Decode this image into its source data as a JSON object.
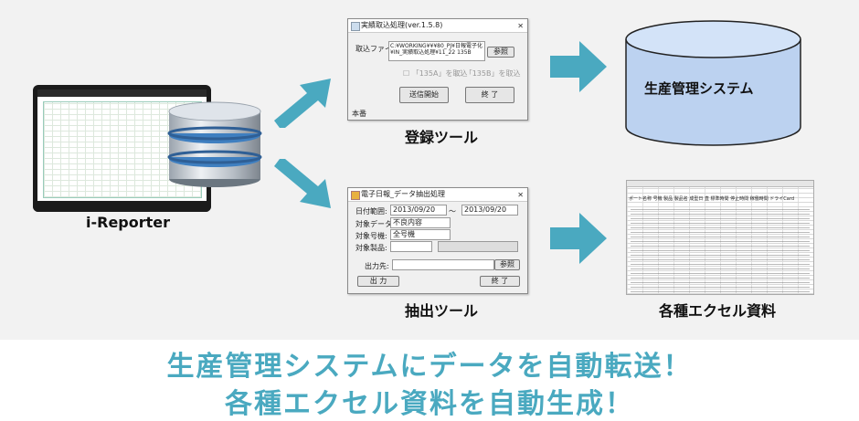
{
  "labels": {
    "ireporter": "i-Reporter",
    "register_tool": "登録ツール",
    "extract_tool": "抽出ツール",
    "excel_docs": "各種エクセル資料",
    "system": "生産管理システム"
  },
  "caption": {
    "line1": "生産管理システムにデータを自動転送！",
    "line2": "各種エクセル資料を自動生成！"
  },
  "register_window": {
    "title": "実績取込処理(ver.1.5.8)",
    "file_label": "取込ファイル:",
    "file_path": "C:¥WORKING¥¥¥80_PJ¥日報電子化¥IN_実績取込処理¥11_22 135B",
    "browse": "参照",
    "check1": "「135A」を取込",
    "check2": "「135B」を取込",
    "start_button": "送信開始",
    "end_button": "終 了",
    "status": "本番"
  },
  "extract_window": {
    "title": "電子日報_データ抽出処理",
    "date_label": "日付範囲:",
    "date_from": "2013/09/20",
    "tilde": "～",
    "date_to": "2013/09/20",
    "target_data_label": "対象データ:",
    "target_data_value": "不良内容",
    "target_machine_label": "対象号機:",
    "target_machine_value": "全号機",
    "target_product_label": "対象製品:",
    "output_label": "出力先:",
    "browse": "参照",
    "output_button": "出 力",
    "end_button": "終 了"
  },
  "excel_header": "ポート名称  号機  製品  製品名  成型日  直  標準時間  停止時間  稼働時間  ドライCard",
  "colors": {
    "arrow": "#4aa9c0",
    "caption": "#4aa9c0",
    "cylinder_top": "#cfe0f7",
    "cylinder_body": "#b9d0f0"
  }
}
